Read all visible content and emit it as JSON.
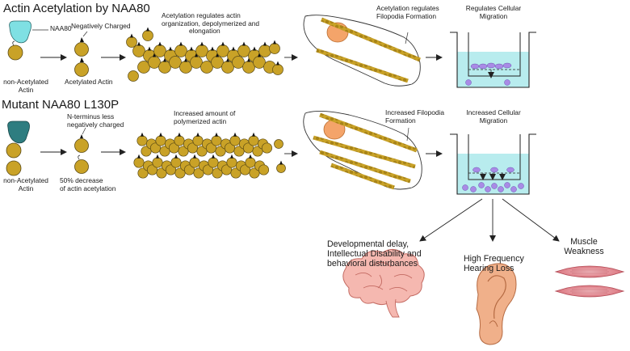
{
  "row1": {
    "title": "Actin Acetylation by NAA80",
    "naa80_label": "NAA80",
    "negatively_charged": "Negatively Charged",
    "non_acetylated_actin": [
      "non-Acetylated",
      "Actin"
    ],
    "acetylated_actin": "Acetylated Actin",
    "regulates_organization": [
      "Acetylation regulates actin",
      "organization, depolymerized and",
      "elongation"
    ],
    "regulates_filopodia": [
      "Acetylation regulates",
      "Filopodia Formation"
    ],
    "regulates_migration": [
      "Regulates Cellular",
      "Migration"
    ]
  },
  "row2": {
    "title": "Mutant NAA80 L130P",
    "n_terminus": [
      "N-terminus less",
      "negatively charged"
    ],
    "non_acetylated_actin": [
      "non-Acetylated",
      "Actin"
    ],
    "decrease": [
      "50% decrease",
      "of actin acetylation"
    ],
    "increased_polymerized": [
      "Increased amount of",
      "polymerized actin"
    ],
    "increased_filopodia": [
      "Increased Filopodia",
      "Formation"
    ],
    "increased_migration": [
      "Increased Cellular",
      "Migration"
    ]
  },
  "outcomes": {
    "developmental": [
      "Developmental delay,",
      "Intellectual Disability and",
      "behavioral disturbances"
    ],
    "hearing": [
      "High Frequency",
      "Hearing Loss"
    ],
    "muscle": [
      "Muscle",
      "Weakness"
    ]
  },
  "colors": {
    "actin": "#C9A227",
    "actin_stroke": "#5a4a14",
    "naa80_wildtype": "#7FE0E3",
    "naa80_mutant": "#2E7D80",
    "nucleus": "#F4A46A",
    "medium": "#B8ECEE",
    "cells_migrating": "#A98BE6",
    "muscle": "#E9A0A6",
    "brain": "#F5B8B0",
    "ear": "#F0B08A"
  },
  "icons": [
    "naa80-enzyme-icon",
    "actin-monomer-icon",
    "actin-filament-icon",
    "cell-icon",
    "transwell-icon",
    "brain-icon",
    "ear-icon",
    "muscle-icon",
    "arrow-icon"
  ]
}
